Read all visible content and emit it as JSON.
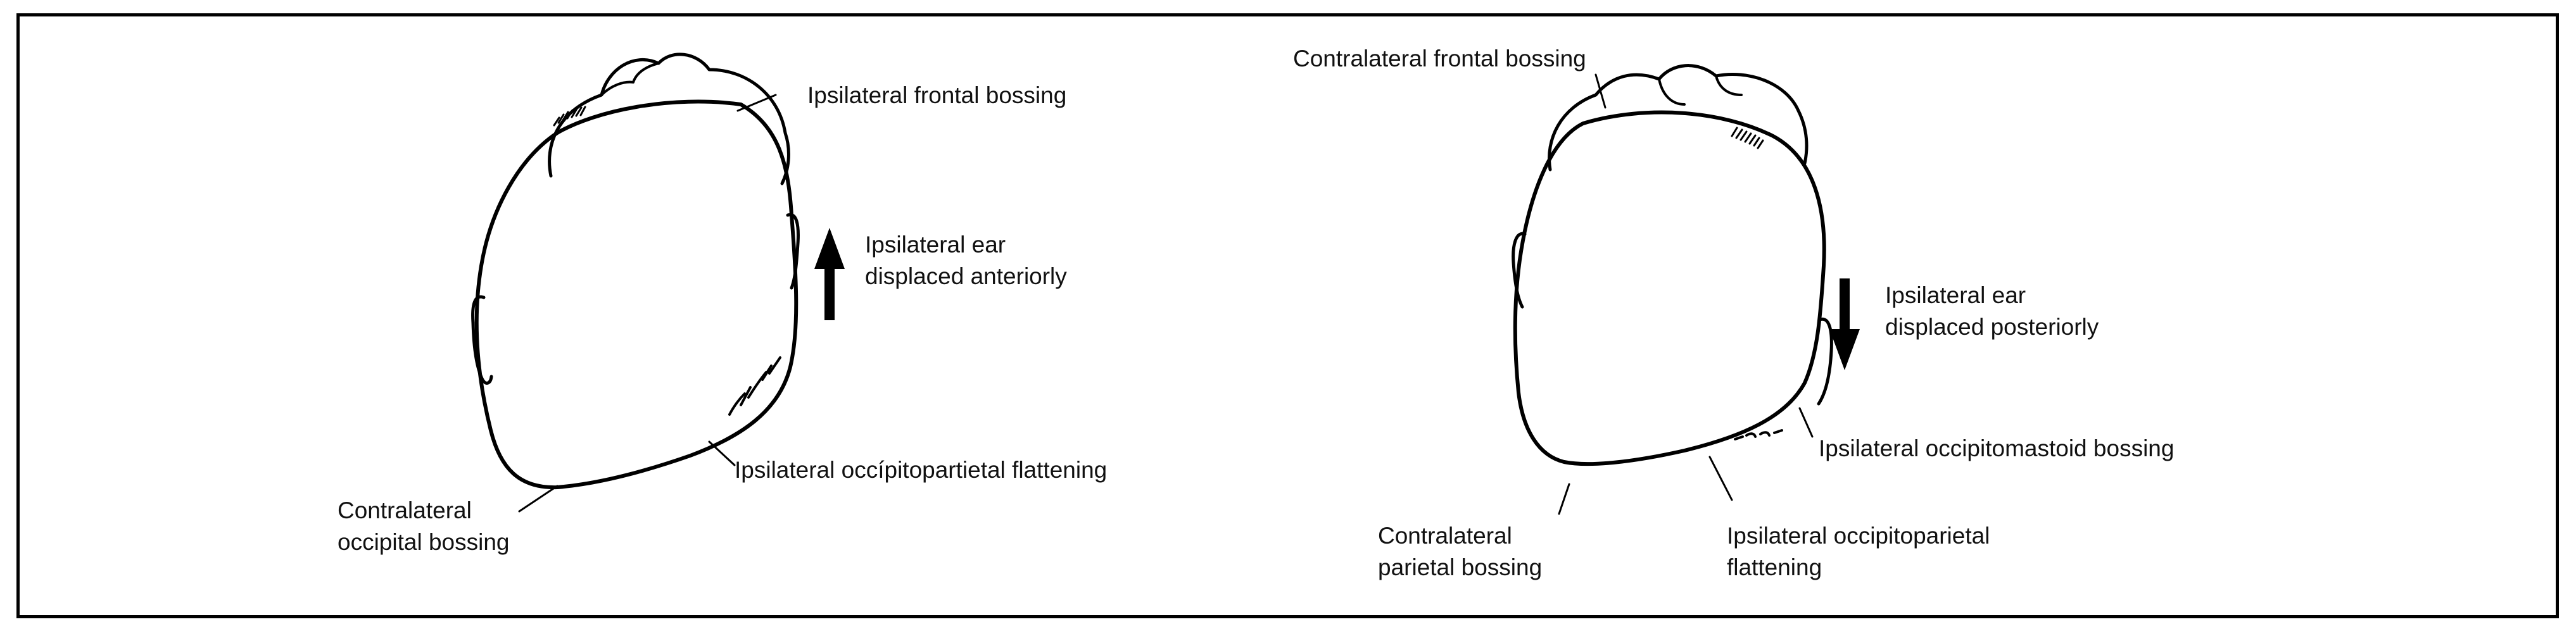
{
  "left_diagram": {
    "labels": {
      "frontal": "Ipsilateral frontal bossing",
      "ear_line1": "Ipsilateral ear",
      "ear_line2": "displaced anteriorly",
      "occipitopartietal": "Ipsilateral occípitopartietal flattening",
      "occipital_line1": "Contralateral",
      "occipital_line2": "occipital bossing"
    },
    "arrow_direction": "up"
  },
  "right_diagram": {
    "labels": {
      "frontal": "Contralateral frontal bossing",
      "ear_line1": "Ipsilateral ear",
      "ear_line2": "displaced posteriorly",
      "occipitomastoid": "Ipsilateral occipitomastoid bossing",
      "occipitoparietal_line1": "Ipsilateral occipitoparietal",
      "occipitoparietal_line2": "flattening",
      "parietal_line1": "Contralateral",
      "parietal_line2": "parietal bossing"
    },
    "arrow_direction": "down"
  },
  "colors": {
    "ink": "#000000",
    "background": "#ffffff"
  }
}
